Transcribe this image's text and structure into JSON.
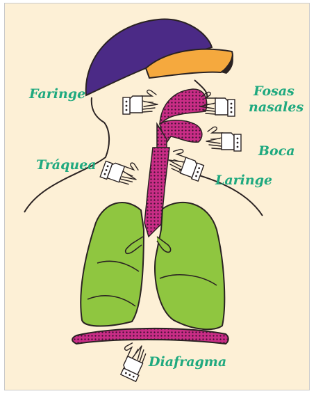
{
  "labels": {
    "faringe": "Faringe",
    "fosas_line1": "Fosas",
    "fosas_line2": "nasales",
    "boca": "Boca",
    "traquea": "Tráquea",
    "laringe": "Laringe",
    "diafragma": "Diafragma"
  },
  "icons": {
    "pointer": "pointing-hand-icon",
    "cap": "cap"
  },
  "colors": {
    "background": "#fdf0d6",
    "label": "#1fa97f",
    "cap_crown": "#4b2a86",
    "cap_visor": "#f5a93e",
    "airway": "#cf2f8c",
    "lungs": "#8fc640",
    "outline": "#2a2222"
  }
}
